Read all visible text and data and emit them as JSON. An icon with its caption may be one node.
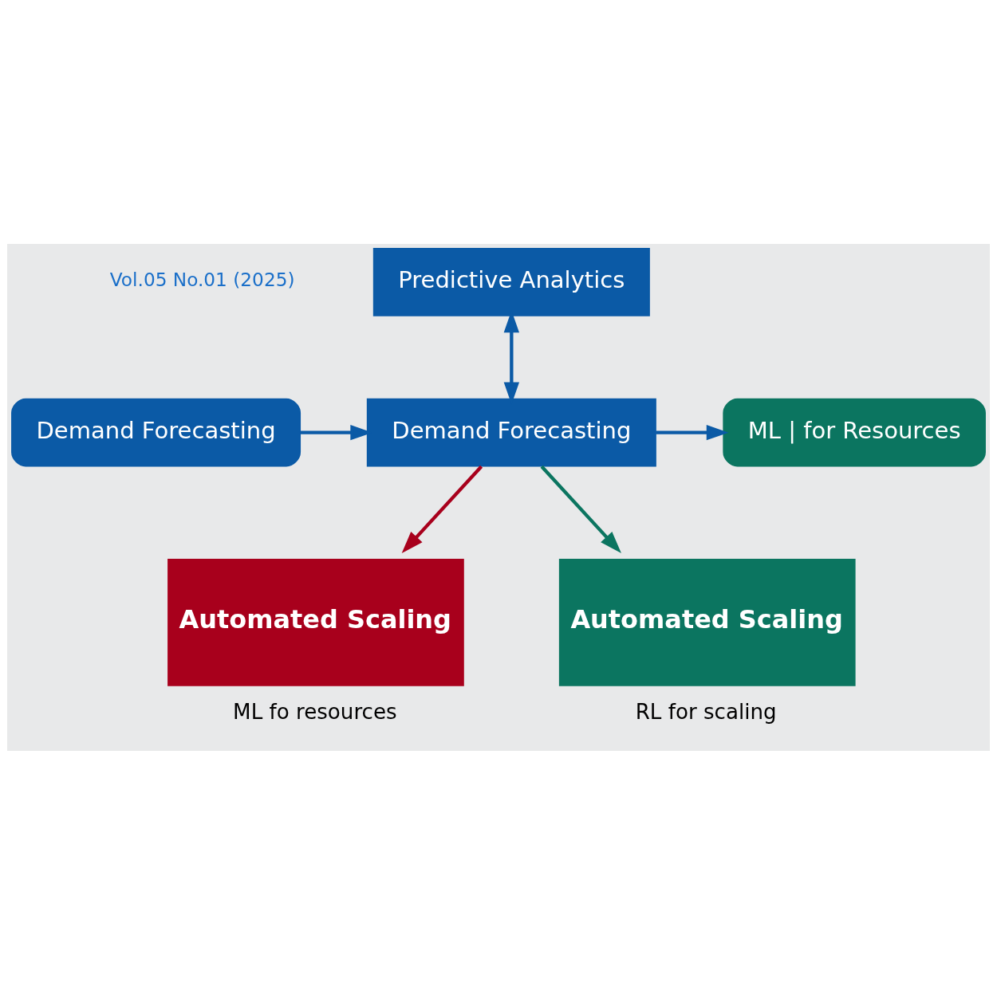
{
  "diagram": {
    "nodes": [
      {
        "text": [
          "Predictive Analytics"
        ]
      },
      {
        "text": [
          "Demand Forecasting"
        ]
      },
      {
        "text": [
          "Demand Forecasting"
        ]
      },
      {
        "text": [
          "ML | for Resources"
        ]
      },
      {
        "text": [
          "Automated Scaling"
        ],
        "beside": [
          "ML fo resources"
        ]
      },
      {
        "text": [
          "Automated Scaling"
        ],
        "beside": [
          "RL for scaling"
        ]
      }
    ],
    "edges": [
      {
        "from": 0,
        "to": 2,
        "arrow": "both"
      },
      {
        "from": 1,
        "to": 2,
        "arrow": "to"
      },
      {
        "from": 2,
        "to": 3,
        "arrow": "to"
      },
      {
        "from": 2,
        "to": 4,
        "arrow": "to",
        "color": "#a8001c"
      },
      {
        "from": 2,
        "to": 5,
        "arrow": "to",
        "color": "#0b7560"
      }
    ],
    "labels": [
      "Vol.05 No.01 (2025)"
    ]
  }
}
